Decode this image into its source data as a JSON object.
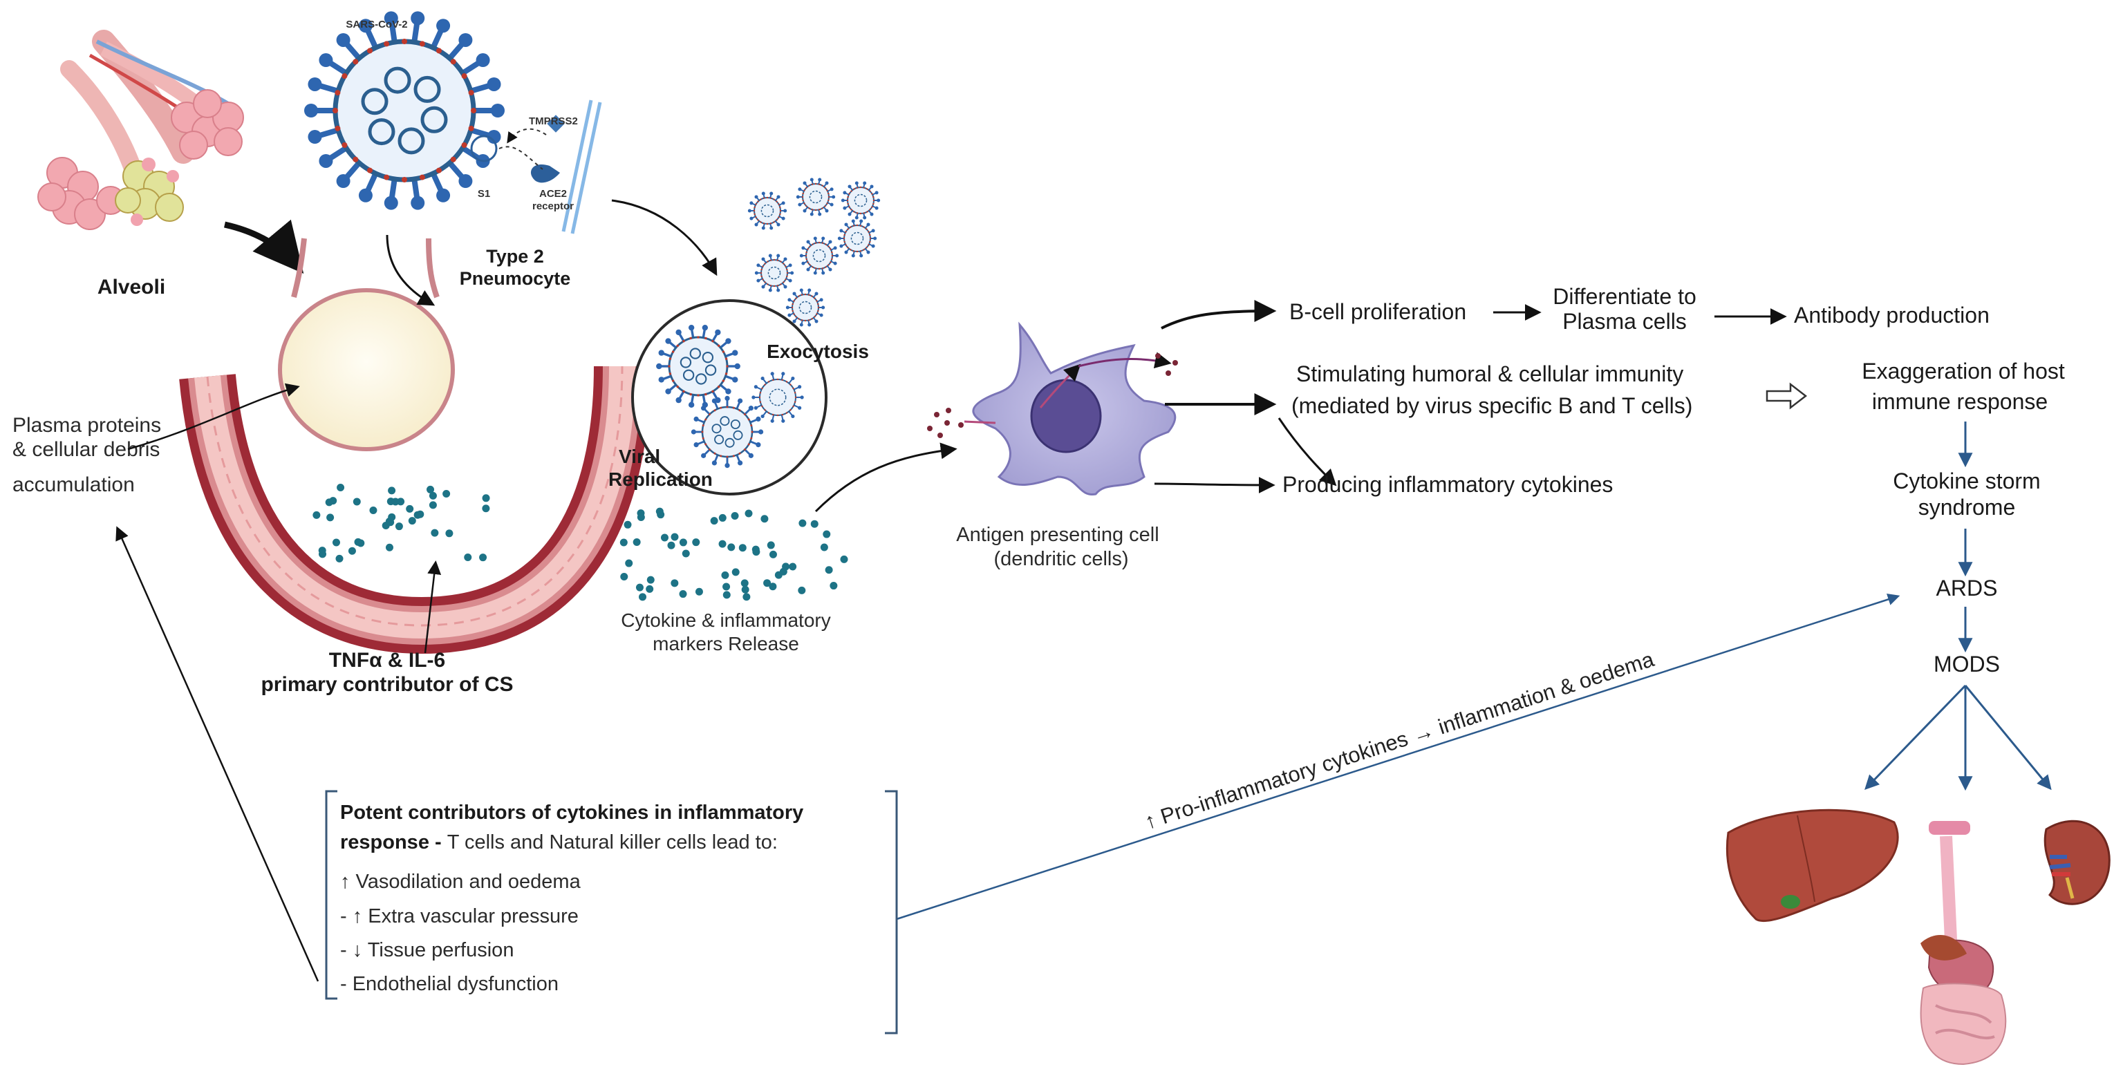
{
  "labels": {
    "sars": "SARS-CoV-2",
    "tmprss2": "TMPRSS2",
    "s1": "S1",
    "ace2_1": "ACE2",
    "ace2_2": "receptor",
    "type2_1": "Type 2",
    "type2_2": "Pneumocyte",
    "alveoli": "Alveoli",
    "exocytosis": "Exocytosis",
    "viral_1": "Viral",
    "viral_2": "Replication",
    "plasma_1": "Plasma proteins",
    "plasma_2": "& cellular debris",
    "plasma_3": "accumulation",
    "tnf_1": "TNFα & IL-6",
    "tnf_2": "primary contributor of CS",
    "cyto_1": "Cytokine & inflammatory",
    "cyto_2": "markers Release",
    "apc_1": "Antigen presenting cell",
    "apc_2": "(dendritic cells)"
  },
  "flow": {
    "bcell": "B-cell proliferation",
    "diff_1": "Differentiate to",
    "diff_2": "Plasma cells",
    "antibody": "Antibody production",
    "stim_1": "Stimulating humoral & cellular immunity",
    "stim_2": "(mediated by virus specific B and T cells)",
    "producing": "Producing inflammatory cytokines",
    "exag_1": "Exaggeration of host",
    "exag_2": "immune response",
    "storm_1": "Cytokine storm",
    "storm_2": "syndrome",
    "ards": "ARDS",
    "mods": "MODS",
    "pro_inflam": "↑ Pro-inflammatory cytokines → inflammation & oedema"
  },
  "box": {
    "line1": "Potent contributors of cytokines in inflammatory",
    "line2_bold": "response - ",
    "line2_rest": "T cells and Natural killer cells lead to:",
    "item1": "↑ Vasodilation and oedema",
    "item2": "-  ↑ Extra vascular pressure",
    "item3": "-  ↓ Tissue perfusion",
    "item4": "-   Endothelial dysfunction"
  },
  "colors": {
    "vessel": "#9e2a36",
    "vessel_inner": "#f3c9c7",
    "alveolus": "#fbf3dc",
    "virus": "#2b5f8f",
    "spike": "#2e66b0",
    "cytokine": "#1d7386",
    "dendritic": "#b3b0db",
    "connector": "#2c5a8c"
  }
}
